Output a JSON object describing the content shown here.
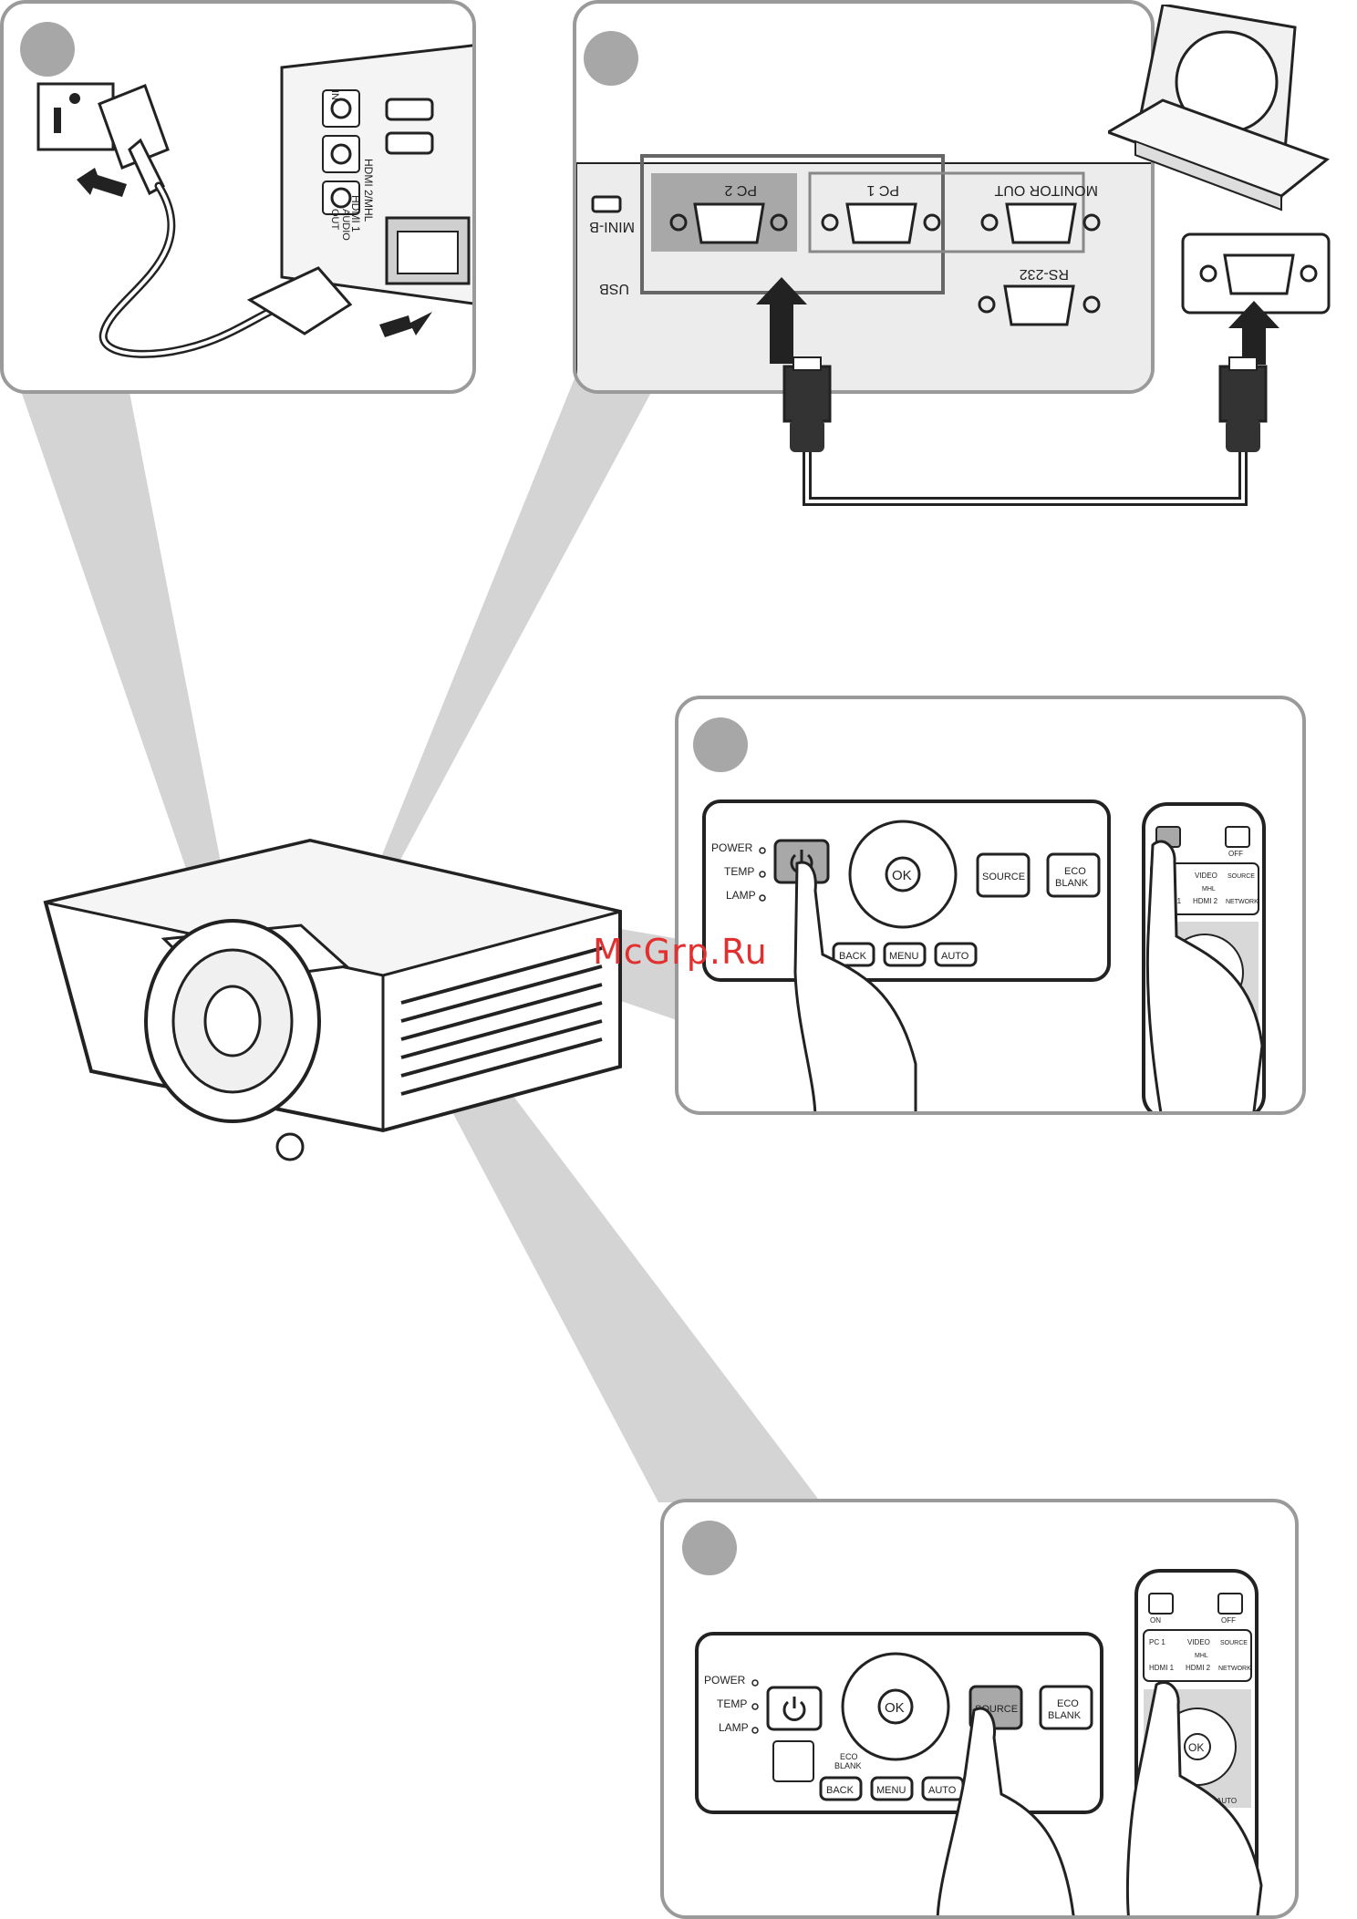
{
  "watermark": "McGrp.Ru",
  "colors": {
    "beam": "#d4d4d4",
    "panel_border": "#9a9a9a",
    "highlight": "#a8a8a8",
    "dark": "#222222",
    "watermark": "#e03030"
  },
  "power_panel": {
    "projector_ports": {
      "hdmi": "HDMI 1",
      "hdmi_mhl": "HDMI 2/MHL",
      "audio": "AUDIO",
      "out": "OUT",
      "in": "IN",
      "a": "A"
    }
  },
  "connect_panel": {
    "ports": {
      "pc2": "PC 2",
      "pc1": "PC 1",
      "monitor_out": "MONITOR OUT",
      "rs232": "RS-232",
      "mini_b": "MINI-B",
      "usb": "USB"
    }
  },
  "keypad": {
    "indicators": [
      "POWER",
      "TEMP",
      "LAMP"
    ],
    "ok": "OK",
    "source": "SOURCE",
    "eco_line1": "ECO",
    "eco_line2": "BLANK",
    "back": "BACK",
    "menu": "MENU",
    "auto": "AUTO"
  },
  "remote": {
    "on": "ON",
    "off": "OFF",
    "pc1": "PC 1",
    "video": "VIDEO",
    "source": "SOURCE",
    "mhl": "MHL",
    "hdmi1": "HDMI 1",
    "hdmi2": "HDMI 2",
    "network": "NETWORK",
    "ok": "OK",
    "auto": "AUTO"
  }
}
